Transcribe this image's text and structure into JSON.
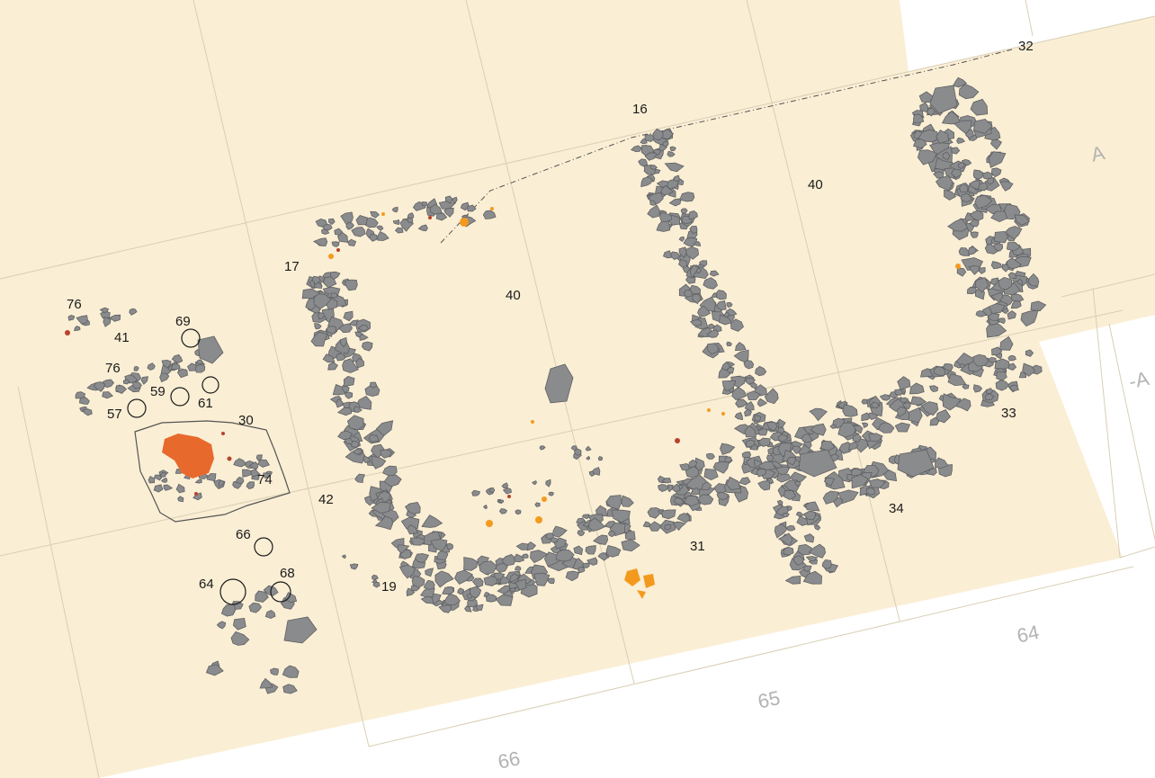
{
  "colors": {
    "excavation_area": "#faeed4",
    "grid": "#d9cfb4",
    "stone": "#8a8b8d",
    "stone_outline": "#5f6063",
    "burnt_clay": "#f39a1e",
    "hearth": "#e8692c",
    "charcoal": "#b8432c",
    "grid_label": "#b3b3b3"
  },
  "feature_labels": [
    "76",
    "41",
    "76",
    "69",
    "59",
    "61",
    "57",
    "30",
    "74",
    "17",
    "42",
    "66",
    "64",
    "68",
    "19",
    "40",
    "16",
    "40",
    "31",
    "33",
    "34",
    "32"
  ],
  "grid_labels": [
    "66",
    "65",
    "64",
    "A",
    "-A"
  ]
}
